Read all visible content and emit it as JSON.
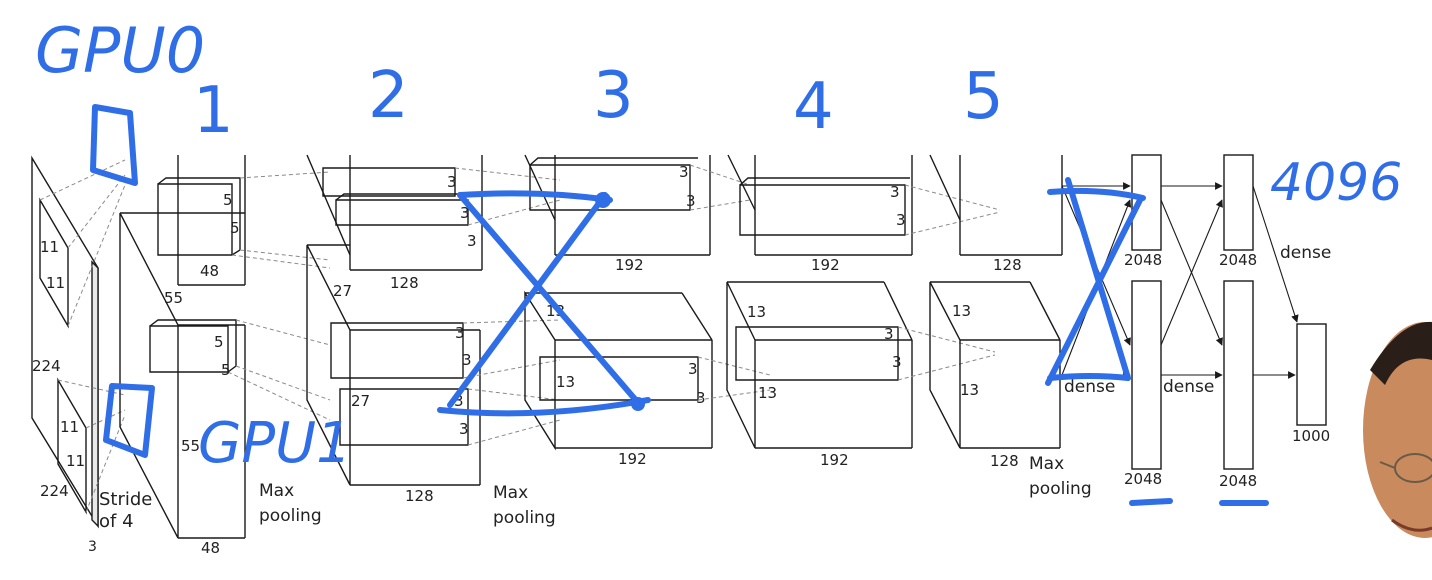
{
  "colors": {
    "ink": "#2f6ee6",
    "lines": "#1a1a1a",
    "dashed": "#8a8a8a",
    "skin": "#c98a5e"
  },
  "icons": [
    "presenter-face"
  ],
  "annotations": {
    "gpu0": "GPU0",
    "gpu1": "GPU1",
    "layer_numbers": [
      "1",
      "2",
      "3",
      "4",
      "5"
    ],
    "fc_size": "4096"
  },
  "input": {
    "size_h": "224",
    "size_w": "224",
    "depth": "3",
    "kernel_a": "11",
    "kernel_b": "11",
    "kernel_c": "11",
    "kernel_d": "11",
    "stride_line1": "Stride",
    "stride_line2": "of 4"
  },
  "conv1": {
    "k_top_a": "5",
    "k_top_b": "5",
    "k_bot_a": "5",
    "k_bot_b": "5",
    "side_top": "55",
    "side_bot": "55",
    "depth": "48",
    "depth_bot": "48",
    "pool_1": "Max",
    "pool_2": "pooling"
  },
  "conv2": {
    "k": [
      "3",
      "3",
      "3",
      "3",
      "3",
      "3",
      "3"
    ],
    "side_top": "27",
    "side_bot": "27",
    "depth_top": "128",
    "depth_bot": "128",
    "pool_1": "Max",
    "pool_2": "pooling"
  },
  "conv3": {
    "k": [
      "3",
      "3",
      "3",
      "3"
    ],
    "side_top": "13",
    "side_bot": "13",
    "depth_top": "192",
    "depth_bot": "192"
  },
  "conv4": {
    "k": [
      "3",
      "3",
      "3",
      "3"
    ],
    "side_top": "13",
    "side_bot": "13",
    "depth_top": "192",
    "depth_bot": "192"
  },
  "conv5": {
    "side_top": "13",
    "side_bot": "13",
    "depth_top": "128",
    "depth_bot": "128",
    "pool_1": "Max",
    "pool_2": "pooling"
  },
  "fc": {
    "fc6_top": "2048",
    "fc6_bot": "2048",
    "fc7_top": "2048",
    "fc7_bot": "2048",
    "output": "1000",
    "dense_a": "dense",
    "dense_b": "dense",
    "dense_c": "dense"
  }
}
